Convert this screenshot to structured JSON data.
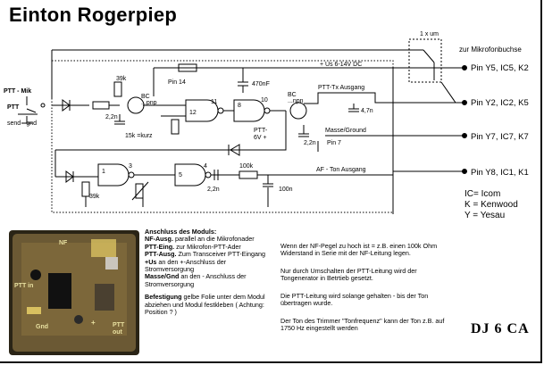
{
  "title": "Einton Rogerpiep",
  "labels": {
    "mic_socket": "zur Mikrofonbuchse",
    "switch_note": "1 x  um",
    "ptt_mic": "PTT - Mik",
    "ptt": "PTT",
    "send_gnd": "send - gnd",
    "pin14": "Pin 14",
    "us_supply": "+ Us  6-14V DC",
    "ptt_tx_out": "PTT-Tx Ausgang",
    "masse": "Masse/Ground",
    "pin7": "Pin 7",
    "af_out": "AF - Ton Ausgang",
    "c470n": "470nF",
    "c22a": "2,2n",
    "c22b": "2,2n",
    "c22c": "2,2n",
    "c47n": "4,7n",
    "c100n": "100n",
    "r39ka": "39k",
    "r39kb": "39k",
    "r100k": "100k",
    "r15k": "15k =kurz",
    "ptt6v": "PTT-\n6V +",
    "bc_pnp": "BC\n...pnp",
    "bc_npn": "BC\n...npn",
    "n1": "1",
    "n3": "3",
    "n4": "4",
    "n5": "5",
    "n8": "8",
    "n10": "10",
    "n11": "11",
    "n12": "12"
  },
  "pins": [
    "Pin Y5, IC5, K2",
    "Pin Y2, IC2, K5",
    "Pin Y7, IC7, K7",
    "Pin Y8, IC1, K1"
  ],
  "module": {
    "heading": "Anschluss des Moduls:",
    "lines": [
      {
        "b": "NF-Ausg.",
        "t": "   parallel an die Mikrofonader"
      },
      {
        "b": "PTT-Eing.",
        "t": " zur Mikrofon-PTT-Ader"
      },
      {
        "b": "PTT-Ausg.",
        "t": " Zum Transceiver PTT-Eingang"
      },
      {
        "b": "+Us",
        "t": " an den    +-Anschluss der Stromversorgung"
      },
      {
        "b": "Masse/Gnd",
        "t": " an den   - Anschluss der Stromversorgung"
      }
    ],
    "fix_b": "Befestigung",
    "fix_t": "  gelbe Folie unter dem Modul abziehen und Modul festkleben ( Achtung: Position ? )"
  },
  "notes": [
    "Wenn der NF-Pegel zu hoch ist = z.B. einen 100k Ohm Widerstand in Serie mit der  NF-Leitung legen.",
    "Nur durch Umschalten der PTT-Leitung wird der Tongenerator in Betrtieb gesetzt.",
    "Die PTT-Leitung wird solange gehalten - bis der Ton übertragen wurde.",
    "Der Ton des Trimmer \"Tonfrequenz\" kann der Ton z.B.  auf 1750 Hz eingestellt werden"
  ],
  "legend": [
    "IC= Icom",
    "K  = Kenwood",
    "Y  = Yesau"
  ],
  "author": "DJ 6 CA",
  "photo_labels": {
    "nf": "NF",
    "ptt_in": "PTT in",
    "gnd": "Gnd",
    "plus": "+",
    "ptt_out": "PTT\nout"
  },
  "colors": {
    "line": "#000000",
    "pcb": "#5a4a2c",
    "pcb_dark": "#2a2416",
    "board_yellow": "#d8c060"
  }
}
